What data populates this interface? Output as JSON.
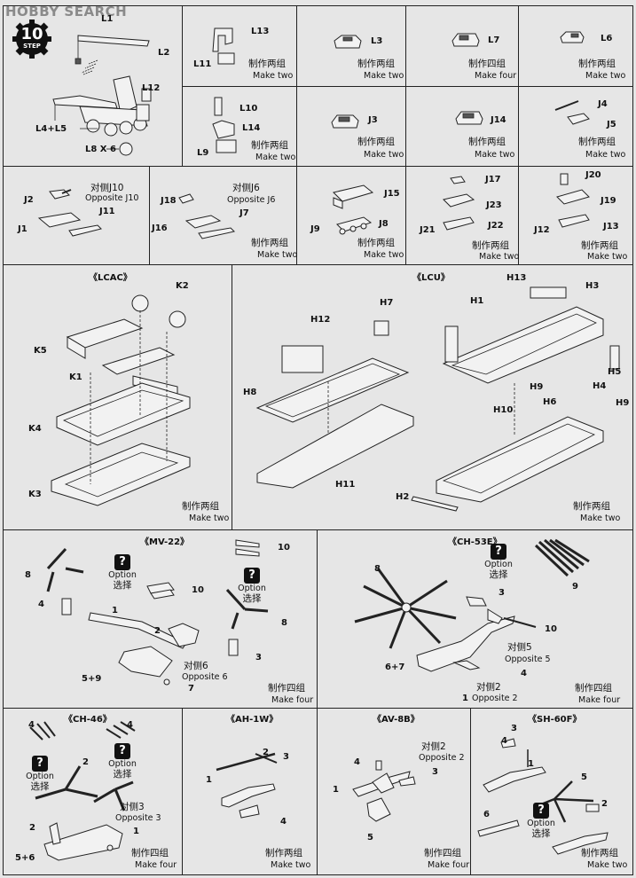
{
  "watermark": "HOBBY SEARCH",
  "step": {
    "number": "10",
    "label": "STEP"
  },
  "text": {
    "make_two_zh": "制作两组",
    "make_two_en": "Make two",
    "make_four_zh": "制作四组",
    "make_four_en": "Make four",
    "option_en": "Option",
    "option_zh": "选择"
  },
  "step10": {
    "parts": [
      "L1",
      "L2",
      "L12",
      "L4+L5",
      "L8 X 6"
    ]
  },
  "row1": {
    "c1": {
      "parts": [
        "L13",
        "L11"
      ],
      "note_zh": "制作两组",
      "note_en": "Make two"
    },
    "c2": {
      "parts": [
        "L3"
      ],
      "note_zh": "制作两组",
      "note_en": "Make two"
    },
    "c3": {
      "parts": [
        "L7"
      ],
      "note_zh": "制作四组",
      "note_en": "Make four"
    },
    "c4": {
      "parts": [
        "L6"
      ],
      "note_zh": "制作两组",
      "note_en": "Make two"
    }
  },
  "row2": {
    "c1": {
      "parts": [
        "L10",
        "L14",
        "L9"
      ],
      "note_zh": "制作两组",
      "note_en": "Make two"
    },
    "c2": {
      "parts": [
        "J3"
      ],
      "note_zh": "制作两组",
      "note_en": "Make two"
    },
    "c3": {
      "parts": [
        "J14"
      ],
      "note_zh": "制作两组",
      "note_en": "Make two"
    },
    "c4": {
      "parts": [
        "J4",
        "J5"
      ],
      "note_zh": "制作两组",
      "note_en": "Make two"
    }
  },
  "row3": {
    "c1": {
      "parts": [
        "J2",
        "J11",
        "J1"
      ],
      "opp_zh": "对侧J10",
      "opp_en": "Opposite J10"
    },
    "c2": {
      "parts": [
        "J18",
        "J7",
        "J16"
      ],
      "opp_zh": "对侧J6",
      "opp_en": "Opposite J6",
      "note_zh": "制作两组",
      "note_en": "Make two"
    },
    "c3": {
      "parts": [
        "J15",
        "J8",
        "J9"
      ],
      "note_zh": "制作两组",
      "note_en": "Make two"
    },
    "c4": {
      "parts": [
        "J17",
        "J23",
        "J22",
        "J21"
      ],
      "note_zh": "制作两组",
      "note_en": "Make two"
    },
    "c5": {
      "parts": [
        "J20",
        "J19",
        "J13",
        "J12"
      ],
      "note_zh": "制作两组",
      "note_en": "Make two"
    }
  },
  "lcac": {
    "title": "《LCAC》",
    "parts": [
      "K2",
      "K5",
      "K1",
      "K4",
      "K3"
    ],
    "note_zh": "制作两组",
    "note_en": "Make two"
  },
  "lcu": {
    "title": "《LCU》",
    "parts": [
      "H13",
      "H3",
      "H1",
      "H7",
      "H12",
      "H5",
      "H4",
      "H9",
      "H6",
      "H10",
      "H8",
      "H9",
      "H11",
      "H2"
    ],
    "note_zh": "制作两组",
    "note_en": "Make two"
  },
  "mv22": {
    "title": "《MV-22》",
    "parts": [
      "10",
      "8",
      "4",
      "10",
      "1",
      "2",
      "8",
      "3",
      "5+9",
      "7"
    ],
    "opp_zh": "对侧6",
    "opp_en": "Opposite 6",
    "note_zh": "制作四组",
    "note_en": "Make four"
  },
  "ch53e": {
    "title": "《CH-53E》",
    "parts": [
      "8",
      "3",
      "9",
      "10",
      "6+7",
      "4",
      "1"
    ],
    "opp5_zh": "对侧5",
    "opp5_en": "Opposite 5",
    "opp2_zh": "对侧2",
    "opp2_en": "Opposite 2",
    "note_zh": "制作四组",
    "note_en": "Make four"
  },
  "ch46": {
    "title": "《CH-46》",
    "parts": [
      "4",
      "4",
      "2",
      "2",
      "1",
      "5+6"
    ],
    "opp_zh": "对侧3",
    "opp_en": "Opposite 3",
    "note_zh": "制作四组",
    "note_en": "Make four"
  },
  "ah1w": {
    "title": "《AH-1W》",
    "parts": [
      "2",
      "3",
      "1",
      "4"
    ],
    "note_zh": "制作两组",
    "note_en": "Make two"
  },
  "av8b": {
    "title": "《AV-8B》",
    "parts": [
      "4",
      "3",
      "1",
      "5"
    ],
    "opp_zh": "对侧2",
    "opp_en": "Opposite 2",
    "note_zh": "制作四组",
    "note_en": "Make four"
  },
  "sh60f": {
    "title": "《SH-60F》",
    "parts": [
      "3",
      "4",
      "1",
      "5",
      "2",
      "6"
    ],
    "note_zh": "制作两组",
    "note_en": "Make two"
  }
}
